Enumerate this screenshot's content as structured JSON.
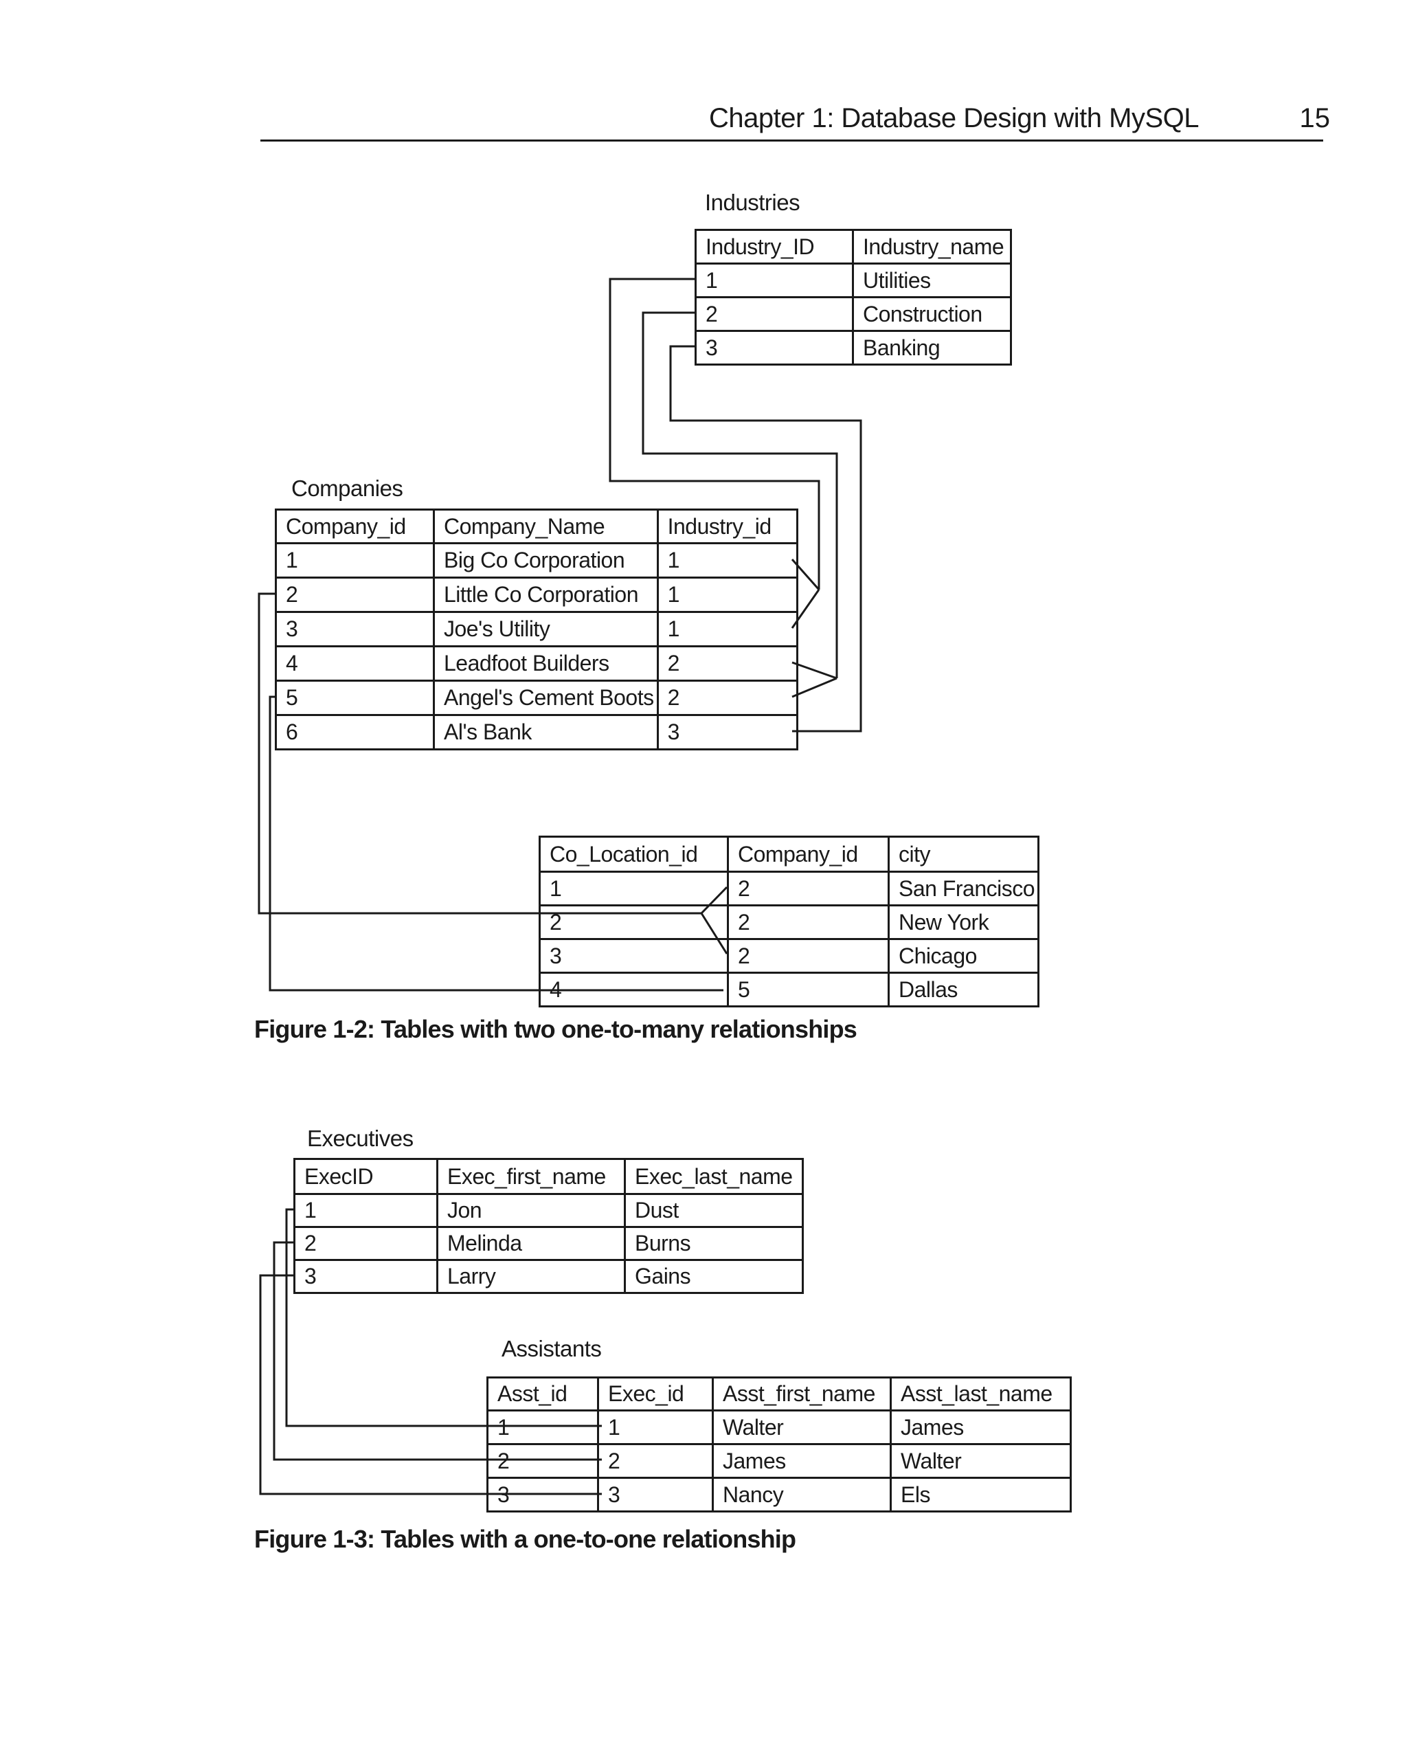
{
  "header": {
    "title": "Chapter 1: Database Design with MySQL",
    "page_number": "15"
  },
  "figures": {
    "fig1_2_caption": "Figure 1-2: Tables with two one-to-many relationships",
    "fig1_3_caption": "Figure 1-3: Tables with a one-to-one relationship"
  },
  "tables": {
    "industries": {
      "label": "Industries",
      "headers": [
        "Industry_ID",
        "Industry_name"
      ],
      "rows": [
        [
          "1",
          "Utilities"
        ],
        [
          "2",
          "Construction"
        ],
        [
          "3",
          "Banking"
        ]
      ]
    },
    "companies": {
      "label": "Companies",
      "headers": [
        "Company_id",
        "Company_Name",
        "Industry_id"
      ],
      "rows": [
        [
          "1",
          "Big Co Corporation",
          "1"
        ],
        [
          "2",
          "Little Co Corporation",
          "1"
        ],
        [
          "3",
          "Joe's Utility",
          "1"
        ],
        [
          "4",
          "Leadfoot Builders",
          "2"
        ],
        [
          "5",
          "Angel's Cement Boots",
          "2"
        ],
        [
          "6",
          "Al's Bank",
          "3"
        ]
      ]
    },
    "locations": {
      "label": "",
      "headers": [
        "Co_Location_id",
        "Company_id",
        "city"
      ],
      "rows": [
        [
          "1",
          "2",
          "San Francisco"
        ],
        [
          "2",
          "2",
          "New York"
        ],
        [
          "3",
          "2",
          "Chicago"
        ],
        [
          "4",
          "5",
          "Dallas"
        ]
      ]
    },
    "executives": {
      "label": "Executives",
      "headers": [
        "ExecID",
        "Exec_first_name",
        "Exec_last_name"
      ],
      "rows": [
        [
          "1",
          "Jon",
          "Dust"
        ],
        [
          "2",
          "Melinda",
          "Burns"
        ],
        [
          "3",
          "Larry",
          "Gains"
        ]
      ]
    },
    "assistants": {
      "label": "Assistants",
      "headers": [
        "Asst_id",
        "Exec_id",
        "Asst_first_name",
        "Asst_last_name"
      ],
      "rows": [
        [
          "1",
          "1",
          "Walter",
          "James"
        ],
        [
          "2",
          "2",
          "James",
          "Walter"
        ],
        [
          "3",
          "3",
          "Nancy",
          "Els"
        ]
      ]
    }
  },
  "relationships": [
    {
      "from": "Industries Industry_ID 1",
      "to": "Companies Industry_id 1 (rows 1-3)",
      "type": "one-to-many"
    },
    {
      "from": "Industries Industry_ID 2",
      "to": "Companies Industry_id 2 (rows 4-5)",
      "type": "one-to-many"
    },
    {
      "from": "Industries Industry_ID 3",
      "to": "Companies Industry_id 3 (row 6)",
      "type": "one-to-many"
    },
    {
      "from": "Companies Company_id 2",
      "to": "Locations Company_id 2 (rows 1-3)",
      "type": "one-to-many"
    },
    {
      "from": "Companies Company_id 5",
      "to": "Locations Company_id 5 (row 4)",
      "type": "one-to-many"
    },
    {
      "from": "Executives ExecID 1",
      "to": "Assistants Exec_id 1",
      "type": "one-to-one"
    },
    {
      "from": "Executives ExecID 2",
      "to": "Assistants Exec_id 2",
      "type": "one-to-one"
    },
    {
      "from": "Executives ExecID 3",
      "to": "Assistants Exec_id 3",
      "type": "one-to-one"
    }
  ]
}
